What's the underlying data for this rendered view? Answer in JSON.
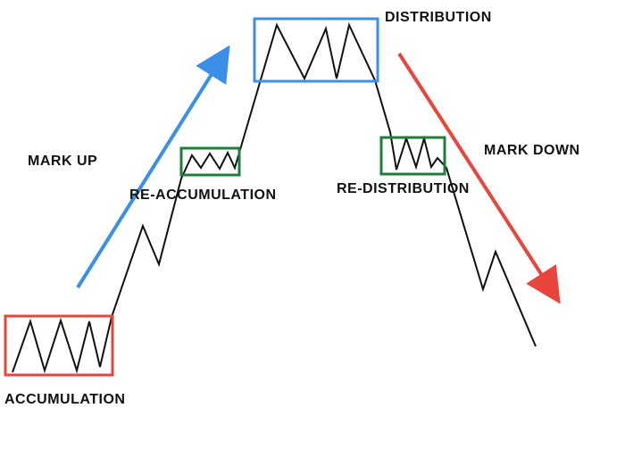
{
  "labels": {
    "accumulation": "ACCUMULATION",
    "mark_up": "MARK UP",
    "re_accumulation": "RE-ACCUMULATION",
    "distribution": "DISTRIBUTION",
    "re_distribution": "RE-DISTRIBUTION",
    "mark_down": "MARK DOWN"
  },
  "colors": {
    "accumulation_box": "#e8453c",
    "distribution_box": "#3b8fe6",
    "re_phase_box": "#1e7d3a",
    "mark_up_arrow": "#3b8fe6",
    "mark_down_arrow": "#e8453c",
    "price_line": "#111111"
  }
}
